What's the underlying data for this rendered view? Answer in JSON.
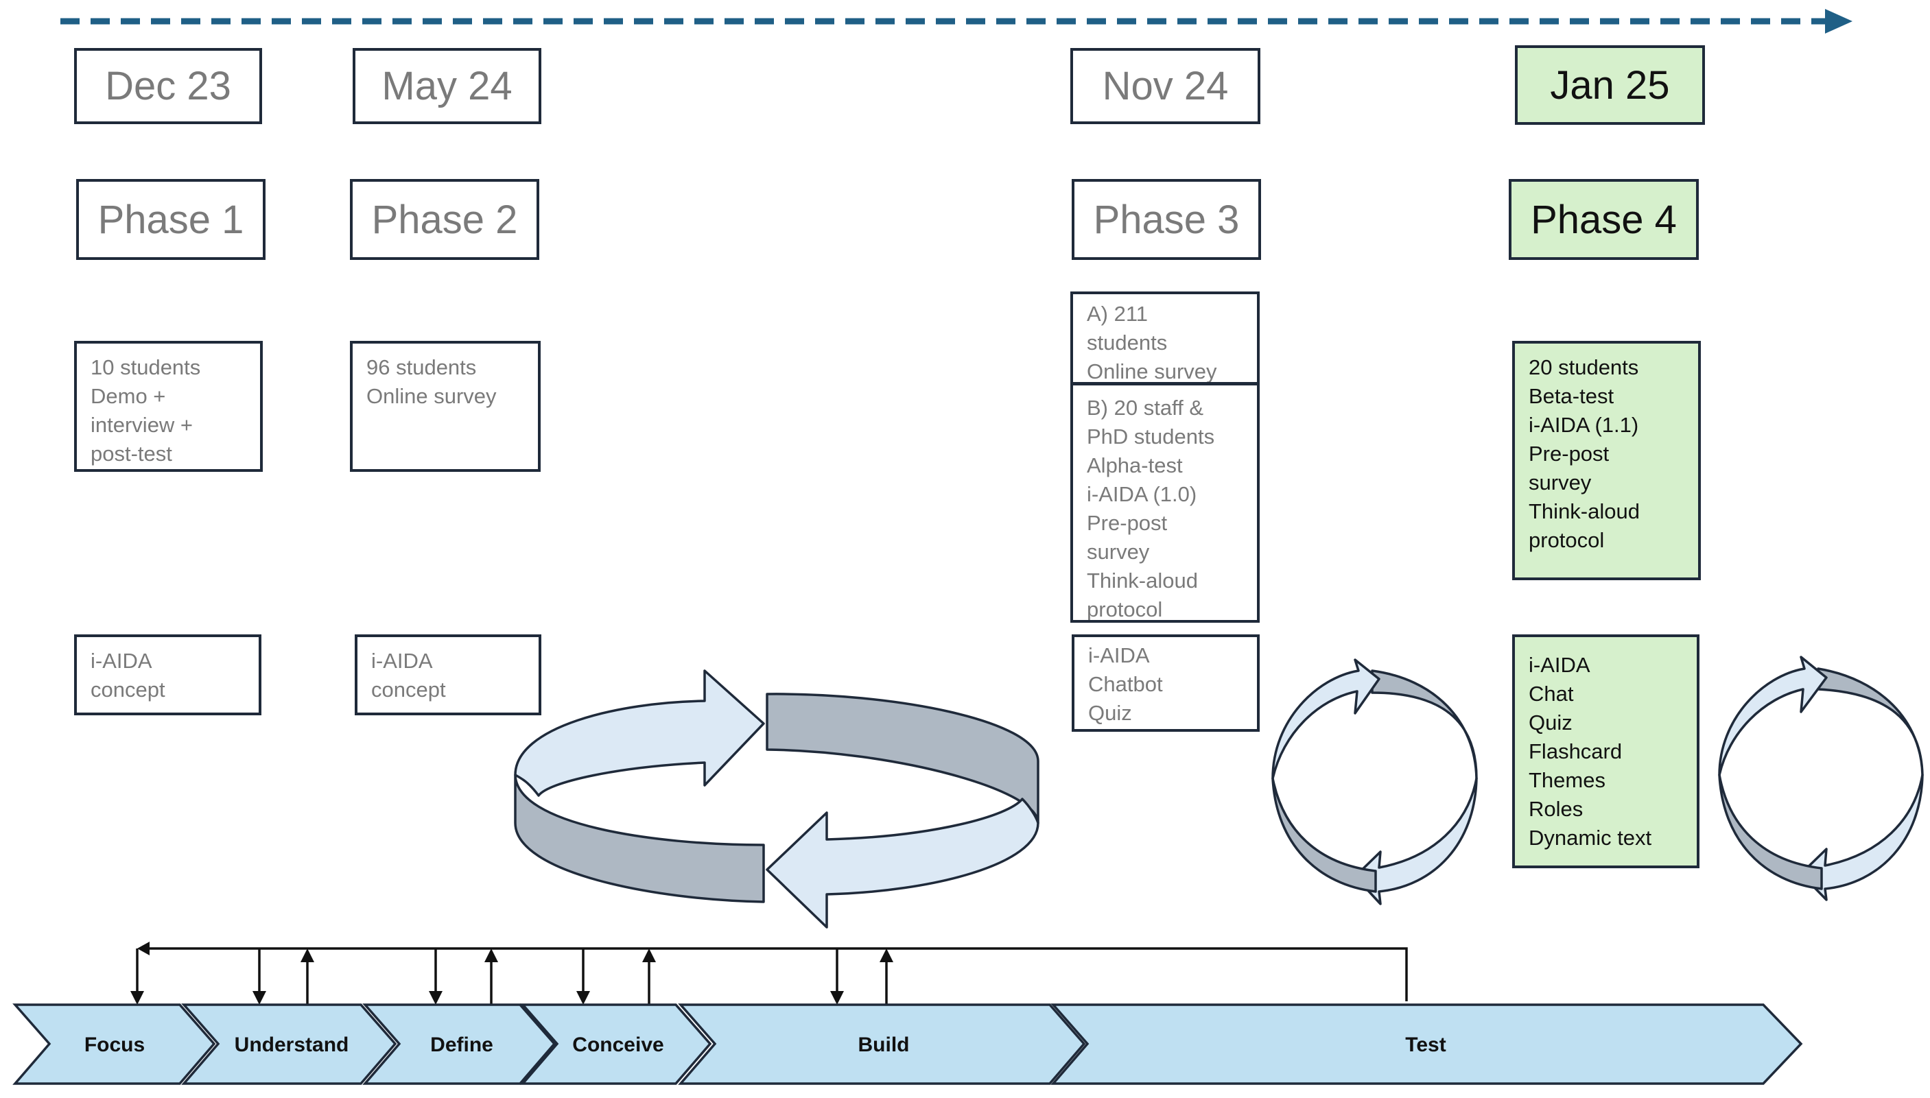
{
  "timeline": {
    "dates": [
      {
        "label": "Dec 23",
        "highlight": false
      },
      {
        "label": "May 24",
        "highlight": false
      },
      {
        "label": "Nov 24",
        "highlight": false
      },
      {
        "label": "Jan 25",
        "highlight": true
      }
    ],
    "phases": [
      {
        "label": "Phase 1",
        "highlight": false
      },
      {
        "label": "Phase 2",
        "highlight": false
      },
      {
        "label": "Phase 3",
        "highlight": false
      },
      {
        "label": "Phase 4",
        "highlight": true
      }
    ]
  },
  "participants": {
    "phase1": [
      "10 students",
      "Demo +",
      "interview +",
      "post-test"
    ],
    "phase2": [
      "96 students",
      "Online survey"
    ],
    "phase3a": [
      "A) 211",
      "students",
      "Online survey"
    ],
    "phase3b": [
      "B) 20 staff &",
      "PhD students",
      "Alpha-test",
      "i-AIDA (1.0)",
      "Pre-post",
      "survey",
      "Think-aloud",
      "protocol"
    ],
    "phase4": [
      "20 students",
      "Beta-test",
      "i-AIDA (1.1)",
      "Pre-post",
      "survey",
      "Think-aloud",
      "protocol"
    ]
  },
  "features": {
    "phase1": [
      "i-AIDA",
      "concept"
    ],
    "phase2": [
      "i-AIDA",
      "concept"
    ],
    "phase3": [
      "i-AIDA",
      "Chatbot",
      "Quiz"
    ],
    "phase4": [
      "i-AIDA",
      "Chat",
      "Quiz",
      "Flashcard",
      "Themes",
      "Roles",
      "Dynamic text"
    ]
  },
  "stages": [
    "Focus",
    "Understand",
    "Define",
    "Conceive",
    "Build",
    "Test"
  ],
  "colors": {
    "timeline_arrow": "#1f5f86",
    "stage_fill": "#bfe0f2",
    "highlight_fill": "#d6f0cc",
    "cycle_light": "#dce9f5",
    "cycle_dark": "#aeb8c3",
    "outline": "#1f2a3a"
  }
}
